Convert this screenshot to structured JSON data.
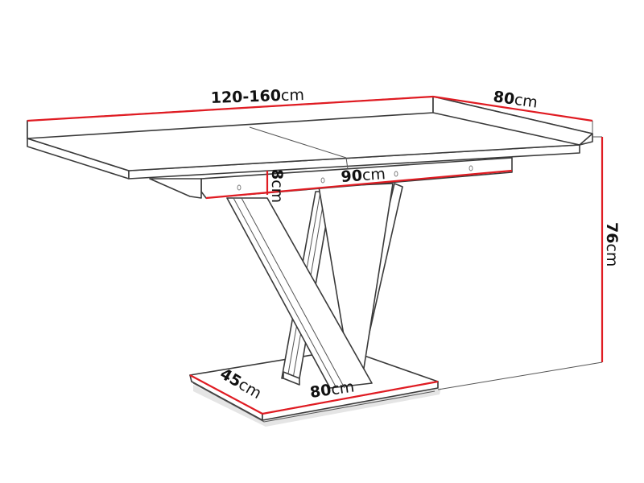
{
  "drawing": {
    "subject": "Extendable dining table with X-shaped pedestal base",
    "accent_color": "#e01b22",
    "line_color": "#3a3a3a"
  },
  "dimensions": {
    "length": {
      "value": "120-160",
      "unit": "cm"
    },
    "depth": {
      "value": "80",
      "unit": "cm"
    },
    "apron_length": {
      "value": "90",
      "unit": "cm"
    },
    "apron_height": {
      "value": "8",
      "unit": "cm"
    },
    "height": {
      "value": "76",
      "unit": "cm"
    },
    "base_depth": {
      "value": "45",
      "unit": "cm"
    },
    "base_width": {
      "value": "80",
      "unit": "cm"
    }
  }
}
